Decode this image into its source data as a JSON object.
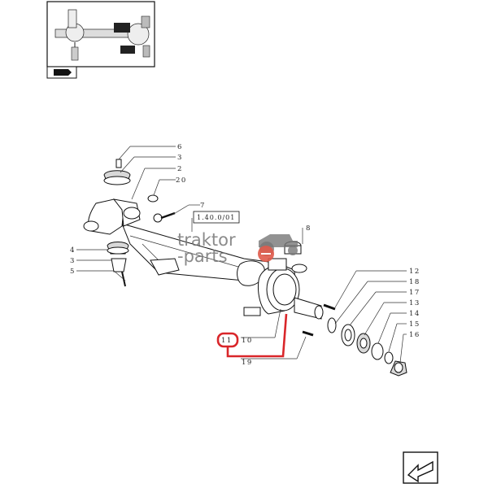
{
  "callouts": {
    "c6": "6",
    "c3a": "3",
    "c2": "2",
    "c20": "20",
    "c7": "7",
    "c4": "4",
    "c3b": "3",
    "c5": "5",
    "c8": "8",
    "c12": "12",
    "c18": "18",
    "c17": "17",
    "c13": "13",
    "c14": "14",
    "c15": "15",
    "c16": "16",
    "c11": "11",
    "c10": "10",
    "c19": "19"
  },
  "reference": "1.40.0/01",
  "watermark": {
    "line1": "traktor",
    "line2": "-parts"
  },
  "colors": {
    "highlight": "#d9262a",
    "watermark_logo": "#e05a4a",
    "ink": "#111111"
  },
  "icons": {
    "thumbnail": "axle-thumbnail-icon",
    "direction": "next-page-arrow-icon",
    "page_flag": "page-flag-icon"
  }
}
